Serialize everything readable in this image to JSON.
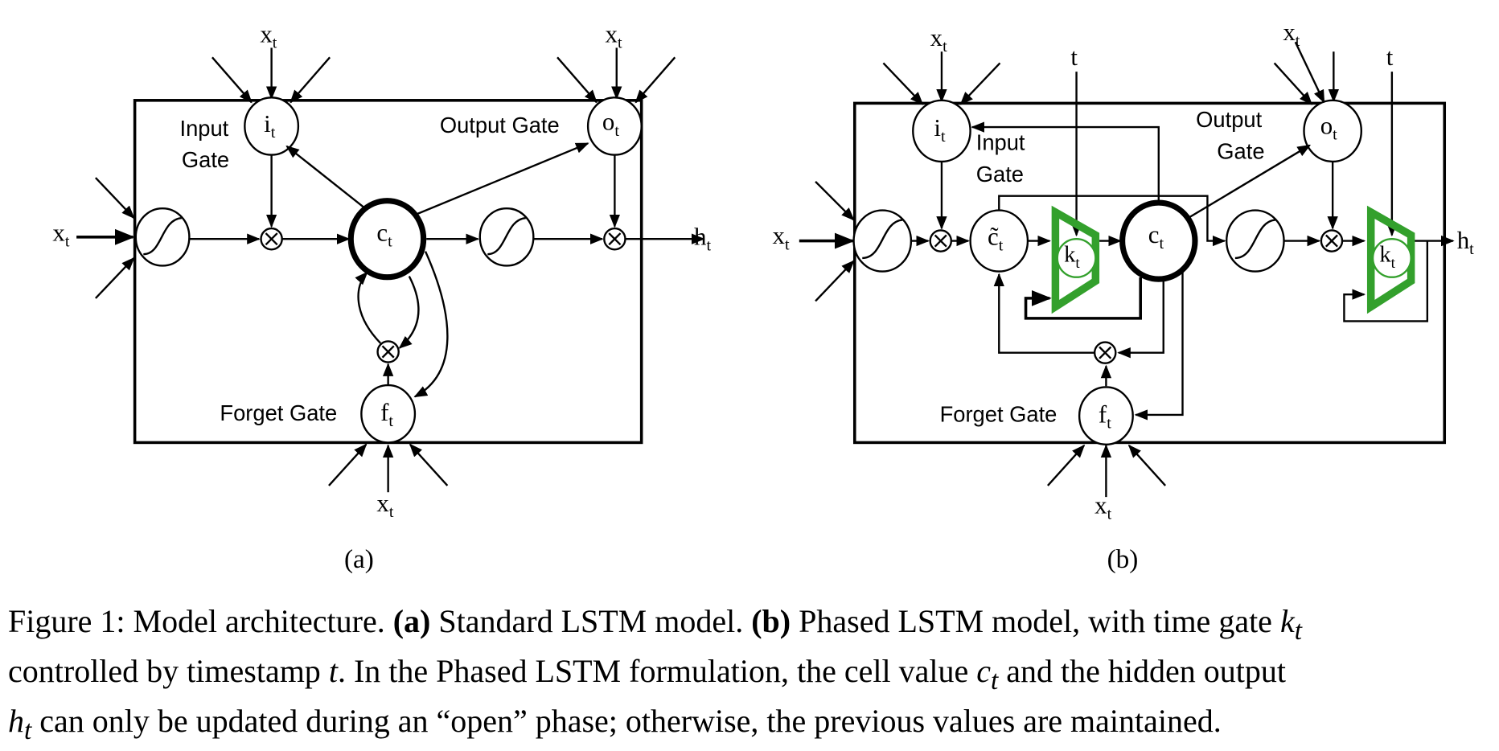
{
  "figure": {
    "panel_a": {
      "subcaption": "(a)",
      "title": "Standard LSTM model",
      "input_gate_label_1": "Input",
      "input_gate_label_2": "Gate",
      "output_gate_label": "Output Gate",
      "forget_gate_label": "Forget Gate",
      "nodes": {
        "input_gate": "i",
        "output_gate": "o",
        "forget_gate": "f",
        "cell": "c",
        "subscript": "t"
      },
      "input_symbol": "x",
      "output_symbol": "h"
    },
    "panel_b": {
      "subcaption": "(b)",
      "title": "Phased LSTM model",
      "input_gate_label_1": "Input",
      "input_gate_label_2": "Gate",
      "output_gate_label_1": "Output",
      "output_gate_label_2": "Gate",
      "forget_gate_label": "Forget Gate",
      "nodes": {
        "input_gate": "i",
        "output_gate": "o",
        "forget_gate": "f",
        "cell": "c",
        "candidate_cell": "c̃",
        "time_gate": "k",
        "subscript": "t"
      },
      "input_symbol": "x",
      "output_symbol": "h",
      "timestamp_symbol": "t",
      "time_gate_color": "#33a02c"
    },
    "caption": {
      "prefix": "Figure 1: Model architecture. ",
      "a_tag": "(a)",
      "a_text": " Standard LSTM model. ",
      "b_tag": "(b)",
      "b_text": " Phased LSTM model, with time gate ",
      "line1_end_var": "k",
      "line1_end_sub": "t",
      "line2_a": "controlled by timestamp ",
      "line2_var_t": "t",
      "line2_b": ". In the Phased LSTM formulation, the cell value ",
      "line2_var_c": "c",
      "line2_var_c_sub": "t",
      "line2_c": " and the hidden output",
      "line3_var_h": "h",
      "line3_var_h_sub": "t",
      "line3_text": " can only be updated during an “open” phase; otherwise, the previous values are maintained."
    }
  }
}
